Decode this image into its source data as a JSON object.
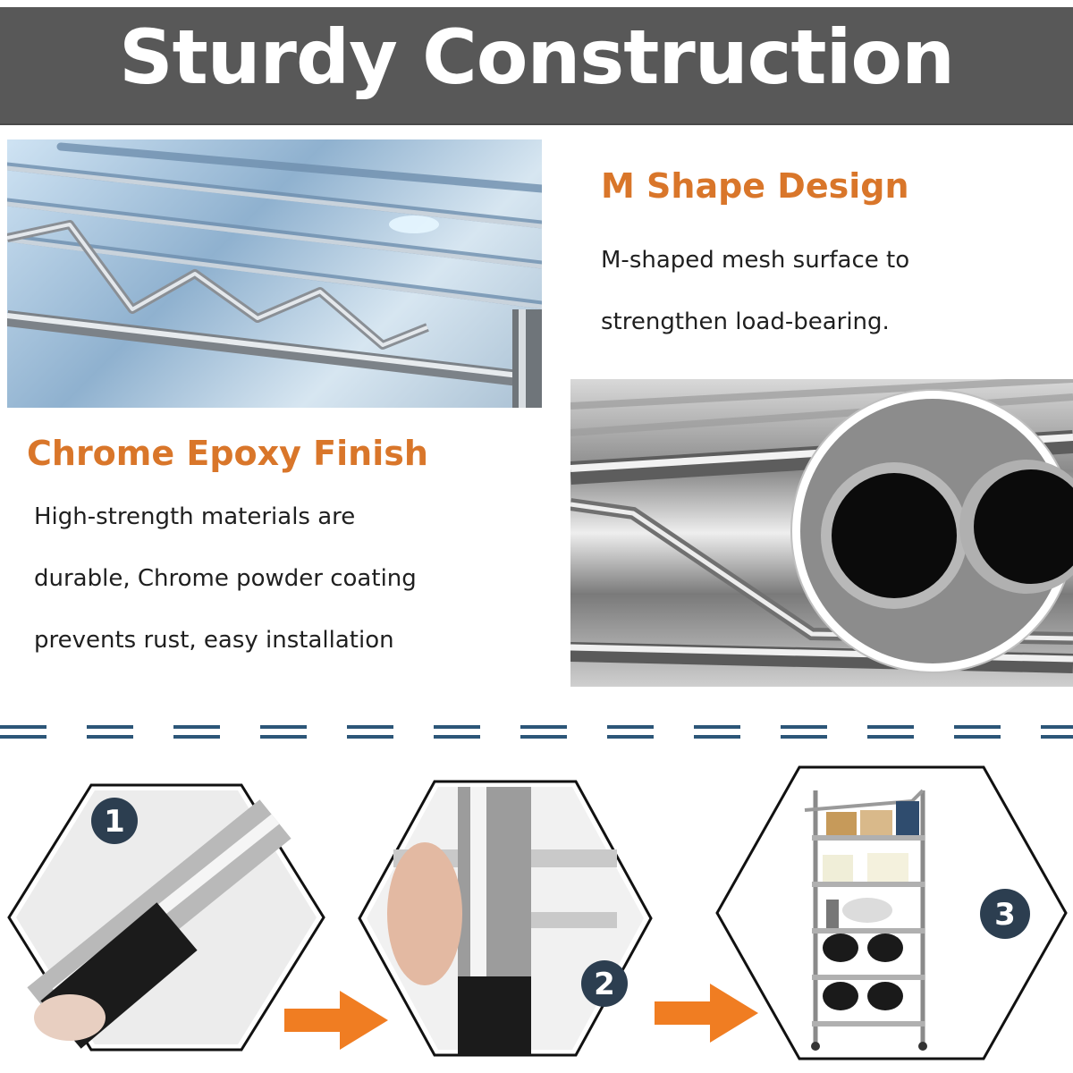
{
  "header": {
    "title": "Sturdy Construction",
    "background_color": "#585858",
    "text_color": "#ffffff"
  },
  "features": [
    {
      "heading": "M Shape Design",
      "lines": [
        "M-shaped mesh surface to",
        "strengthen load-bearing."
      ]
    },
    {
      "heading": "Chrome Epoxy Finish",
      "lines": [
        "High-strength materials are",
        "durable, Chrome powder coating",
        "prevents rust, easy installation"
      ]
    }
  ],
  "accent_color": "#d9762a",
  "divider_color": "#2c5678",
  "steps": [
    {
      "number": "1"
    },
    {
      "number": "2"
    },
    {
      "number": "3"
    }
  ],
  "arrow_color": "#f07d22",
  "icons": [
    "arrow-right-icon",
    "hexagon-frame"
  ]
}
